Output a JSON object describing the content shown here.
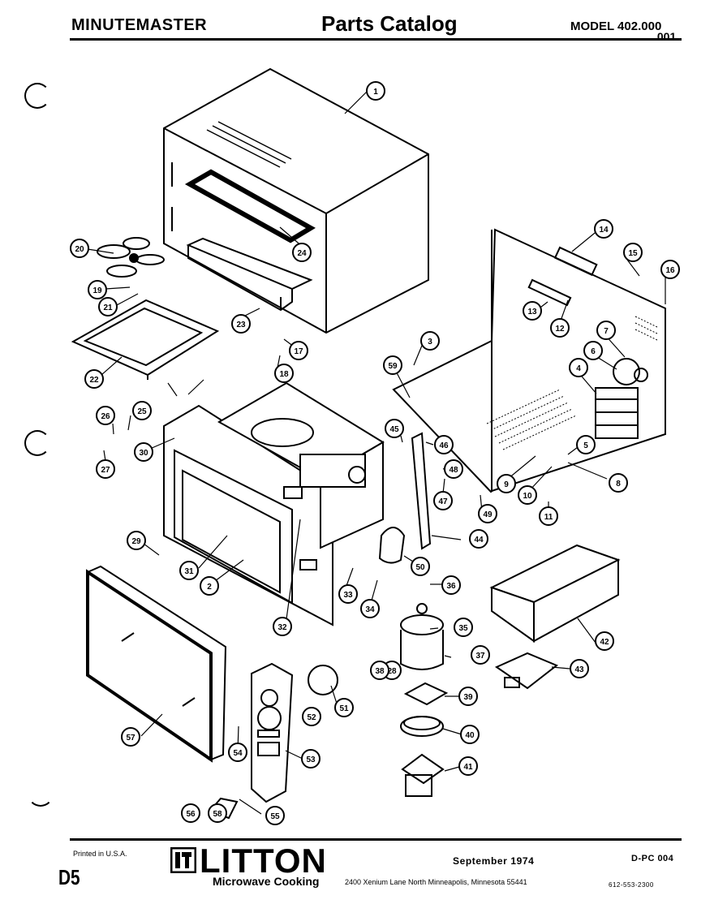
{
  "header": {
    "brand": "MINUTEMASTER",
    "title": "Parts Catalog",
    "model": "MODEL 402.000",
    "model_suffix": ".001"
  },
  "callouts": [
    "1",
    "2",
    "3",
    "4",
    "5",
    "6",
    "7",
    "8",
    "9",
    "10",
    "11",
    "12",
    "13",
    "14",
    "15",
    "16",
    "17",
    "18",
    "19",
    "20",
    "21",
    "22",
    "23",
    "24",
    "25",
    "26",
    "27",
    "28",
    "29",
    "30",
    "31",
    "32",
    "33",
    "34",
    "35",
    "36",
    "37",
    "38",
    "39",
    "40",
    "41",
    "42",
    "43",
    "44",
    "45",
    "46",
    "47",
    "48",
    "49",
    "50",
    "51",
    "52",
    "53",
    "54",
    "55",
    "56",
    "57",
    "58",
    "59"
  ],
  "footer": {
    "printed": "Printed in U.S.A.",
    "page_code": "D5",
    "logo_text": "LITTON",
    "logo_sub": "Microwave Cooking",
    "date": "September 1974",
    "doc_code": "D-PC 004",
    "address": "2400  Xenium Lane North   Minneapolis, Minnesota  55441",
    "phone": "612-553-2300"
  }
}
